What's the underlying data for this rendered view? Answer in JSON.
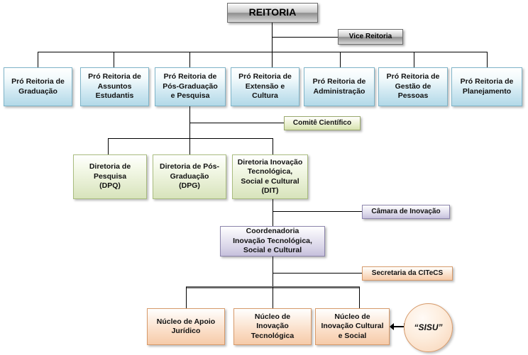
{
  "title": "Organograma REITORIA",
  "colors": {
    "top_box": "#b9b9b9",
    "pro_reitoria_box": "#c6e3ef",
    "diretoria_box": "#e2ebcf",
    "comite_box": "#e4ecc6",
    "camara_box": "#d9d5e8",
    "coordenadoria_box": "#d9d5e8",
    "nucleo_box": "#fadcc4",
    "secretaria_box": "#fadcc4",
    "sisu_circle": "#fdeddd",
    "connector": "#000000",
    "connector_thick": "#666666"
  },
  "nodes": {
    "reitoria": {
      "label": "REITORIA"
    },
    "vice_reitoria": {
      "label": "Vice Reitoria"
    },
    "comite_cientifico": {
      "label": "Comitê Científico"
    },
    "camara_inovacao": {
      "label": "Câmara de Inovação"
    },
    "coordenadoria": {
      "label": "Coordenadoria\nInovação Tecnológica,\nSocial e Cultural"
    },
    "secretaria_citecs": {
      "label": "Secretaria da CITeCS"
    },
    "sisu": {
      "label": "“SISU”"
    }
  },
  "pro_reitorias": [
    {
      "label": "Pró Reitoria de\nGraduação"
    },
    {
      "label": "Pró Reitoria de\nAssuntos\nEstudantis"
    },
    {
      "label": "Pró Reitoria de\nPós-Graduação\ne Pesquisa"
    },
    {
      "label": "Pró Reitoria de\nExtensão e\nCultura"
    },
    {
      "label": "Pró Reitoria de\nAdministração"
    },
    {
      "label": "Pró Reitoria de\nGestão de\nPessoas"
    },
    {
      "label": "Pró Reitoria de\nPlanejamento"
    }
  ],
  "diretorias": [
    {
      "label": "Diretoria de\nPesquisa\n(DPQ)"
    },
    {
      "label": "Diretoria de Pós-\nGraduação\n(DPG)"
    },
    {
      "label": "Diretoria Inovação\nTecnológica,\nSocial e Cultural\n(DIT)"
    }
  ],
  "nucleos": [
    {
      "label": "Núcleo de Apoio\nJurídico"
    },
    {
      "label": "Núcleo de\nInovação\nTecnológica"
    },
    {
      "label": "Núcleo de\nInovação Cultural\ne Social"
    }
  ]
}
